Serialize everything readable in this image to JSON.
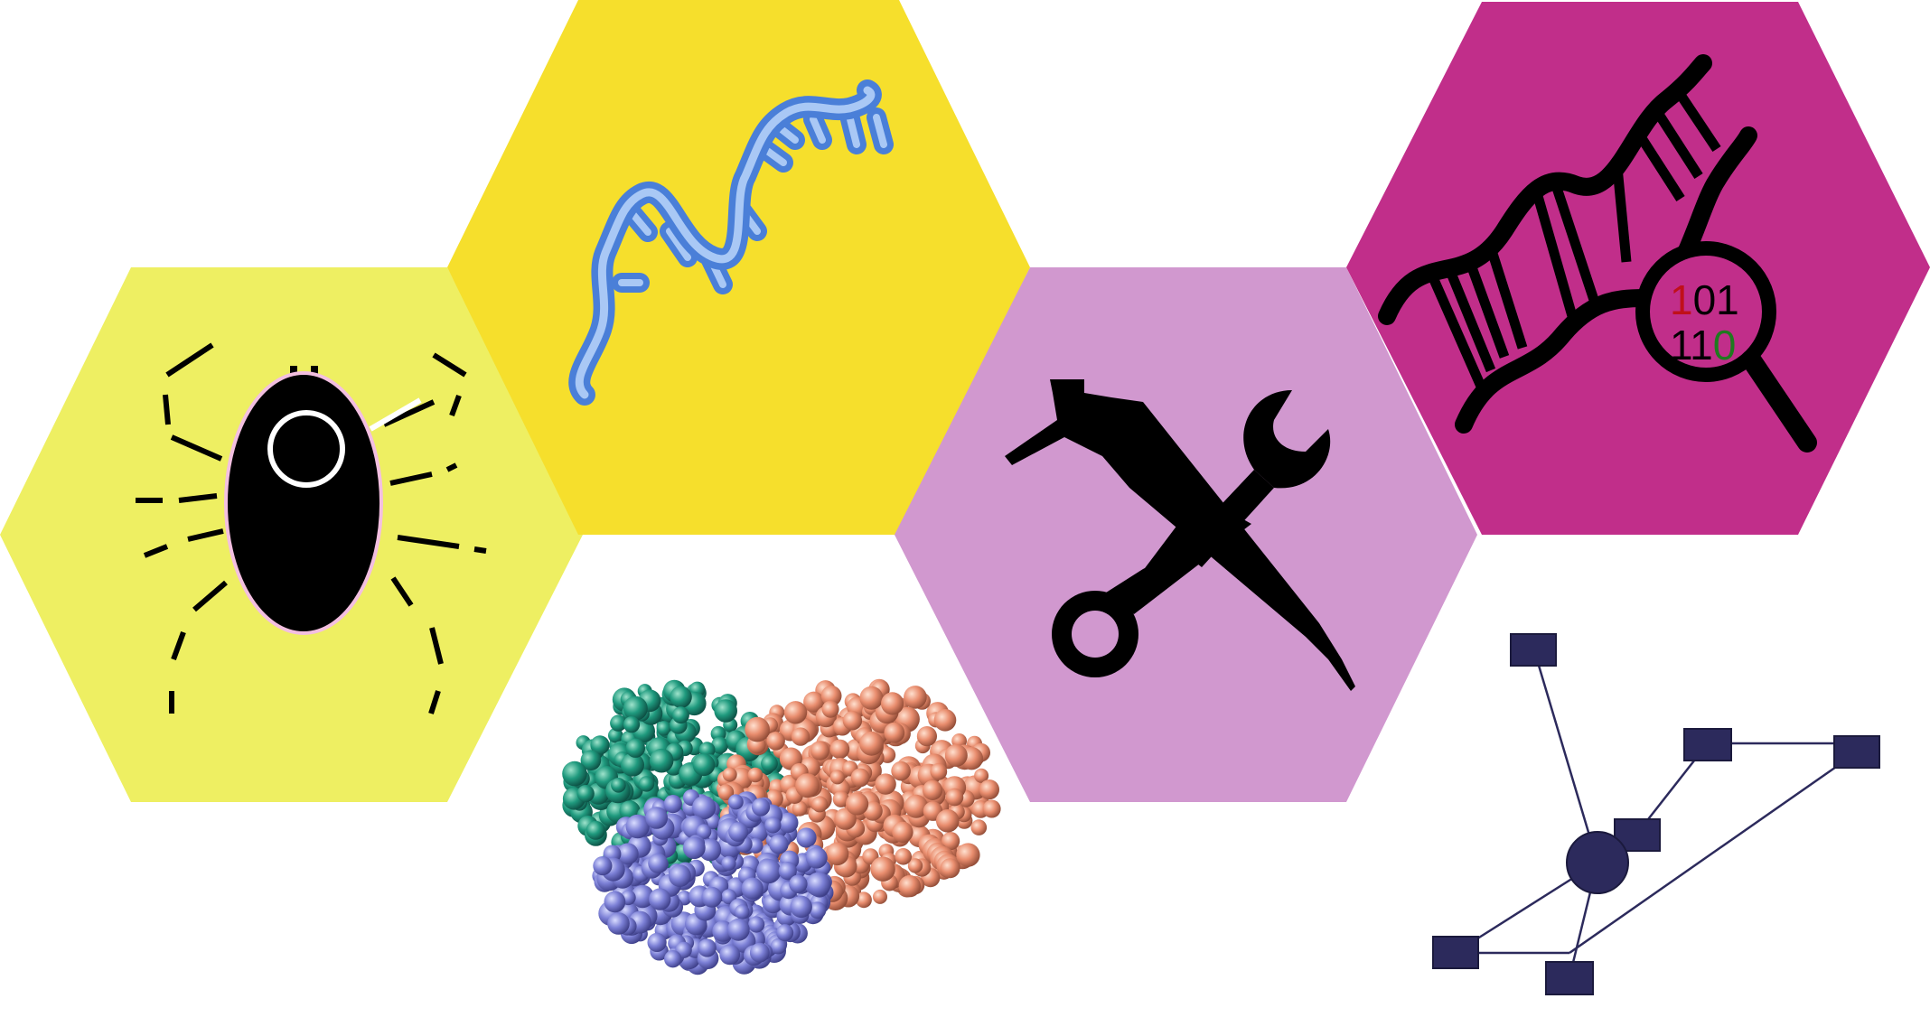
{
  "colors": {
    "hex_tick": "#eeef62",
    "hex_rna": "#f6df2c",
    "hex_tools": "#d198cf",
    "hex_dna": "#c12e8a",
    "rna_backbone": "#4a7fd8",
    "rna_backbone_light": "#a9c8f5",
    "network_node": "#2c2a5c",
    "binary_red": "#c0101a",
    "binary_green": "#1f7a1f",
    "ink": "#000000"
  },
  "tiles": [
    {
      "name": "tick-hexagon",
      "icon": "tick-icon"
    },
    {
      "name": "rna-hexagon",
      "icon": "rna-strand-icon"
    },
    {
      "name": "tools-hexagon",
      "icon": "pipette-wrench-icon"
    },
    {
      "name": "dna-hexagon",
      "icon": "dna-magnifier-icon"
    }
  ],
  "dna_binary": {
    "line1_highlight": "1",
    "line1_rest": "01",
    "line2_rest": "11",
    "line2_highlight": "0"
  },
  "extras": [
    {
      "name": "protein-structure-image",
      "icon": "protein-blob-icon"
    },
    {
      "name": "network-graph",
      "icon": "network-graph-icon"
    }
  ]
}
